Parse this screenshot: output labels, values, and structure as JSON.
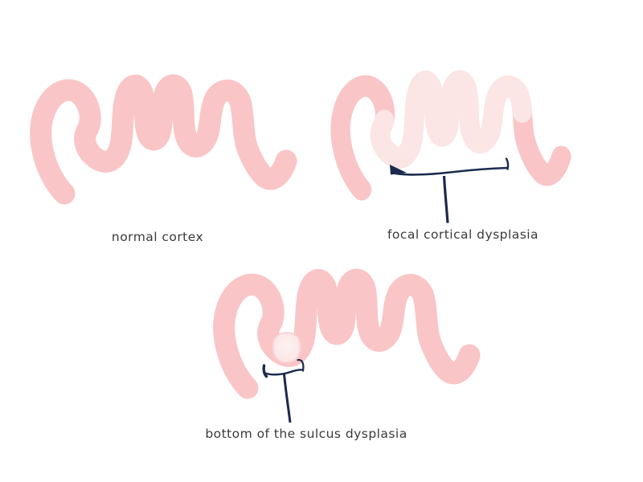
{
  "diagram": {
    "description": "hand-drawn cortex comparison diagram",
    "figures": [
      {
        "id": "normal-cortex",
        "label": "normal cortex"
      },
      {
        "id": "focal-cortical-dysplasia",
        "label": "focal cortical dysplasia"
      },
      {
        "id": "bottom-of-sulcus-dysplasia",
        "label": "bottom of the sulcus dysplasia"
      }
    ]
  },
  "colors": {
    "background": "#ffffff",
    "cortex_pink": "#fac5c6",
    "dysplasia_pale": "#fbe5e5",
    "blob_center": "#fdf2f2",
    "blob_edge": "#fbe3e3",
    "blob_outline": "#f7d3d3",
    "annotation_navy": "#1b2a4e",
    "label_text": "#3a3a3a"
  }
}
